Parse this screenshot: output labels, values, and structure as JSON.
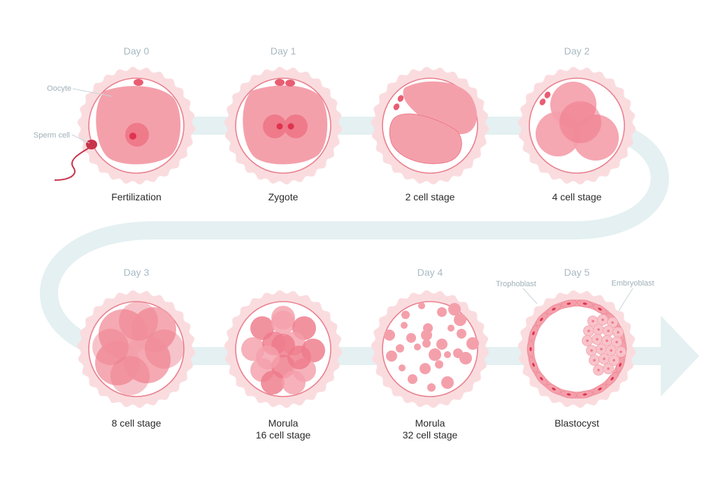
{
  "days": [
    "Day 0",
    "Day 1",
    "Day 2",
    "Day 3",
    "Day 4",
    "Day 5"
  ],
  "stages": [
    {
      "id": "fertilization",
      "lines": [
        "Fertilization"
      ]
    },
    {
      "id": "zygote",
      "lines": [
        "Zygote"
      ]
    },
    {
      "id": "two-cell",
      "lines": [
        "2 cell stage"
      ]
    },
    {
      "id": "four-cell",
      "lines": [
        "4 cell stage"
      ]
    },
    {
      "id": "eight-cell",
      "lines": [
        "8 cell stage"
      ]
    },
    {
      "id": "morula-16",
      "lines": [
        "Morula",
        "16 cell stage"
      ]
    },
    {
      "id": "morula-32",
      "lines": [
        "Morula",
        "32 cell stage"
      ]
    },
    {
      "id": "blastocyst",
      "lines": [
        "Blastocyst"
      ]
    }
  ],
  "annotations": {
    "oocyte": "Oocyte",
    "sperm_cell": "Sperm cell",
    "trophoblast": "Trophoblast",
    "embryoblast": "Embryoblast"
  },
  "colors": {
    "path": "#e4f0f1",
    "halo": "#fadcdf",
    "shell_fill": "#ffffff",
    "shell_stroke": "#e9808e",
    "cell": "#f4a0ab",
    "cell_dark": "#ee7a8a",
    "nucleus": "#e0334f",
    "polar_body": "#e95d72",
    "text": "#2a2a2a",
    "day_text": "#a8b9c2"
  }
}
